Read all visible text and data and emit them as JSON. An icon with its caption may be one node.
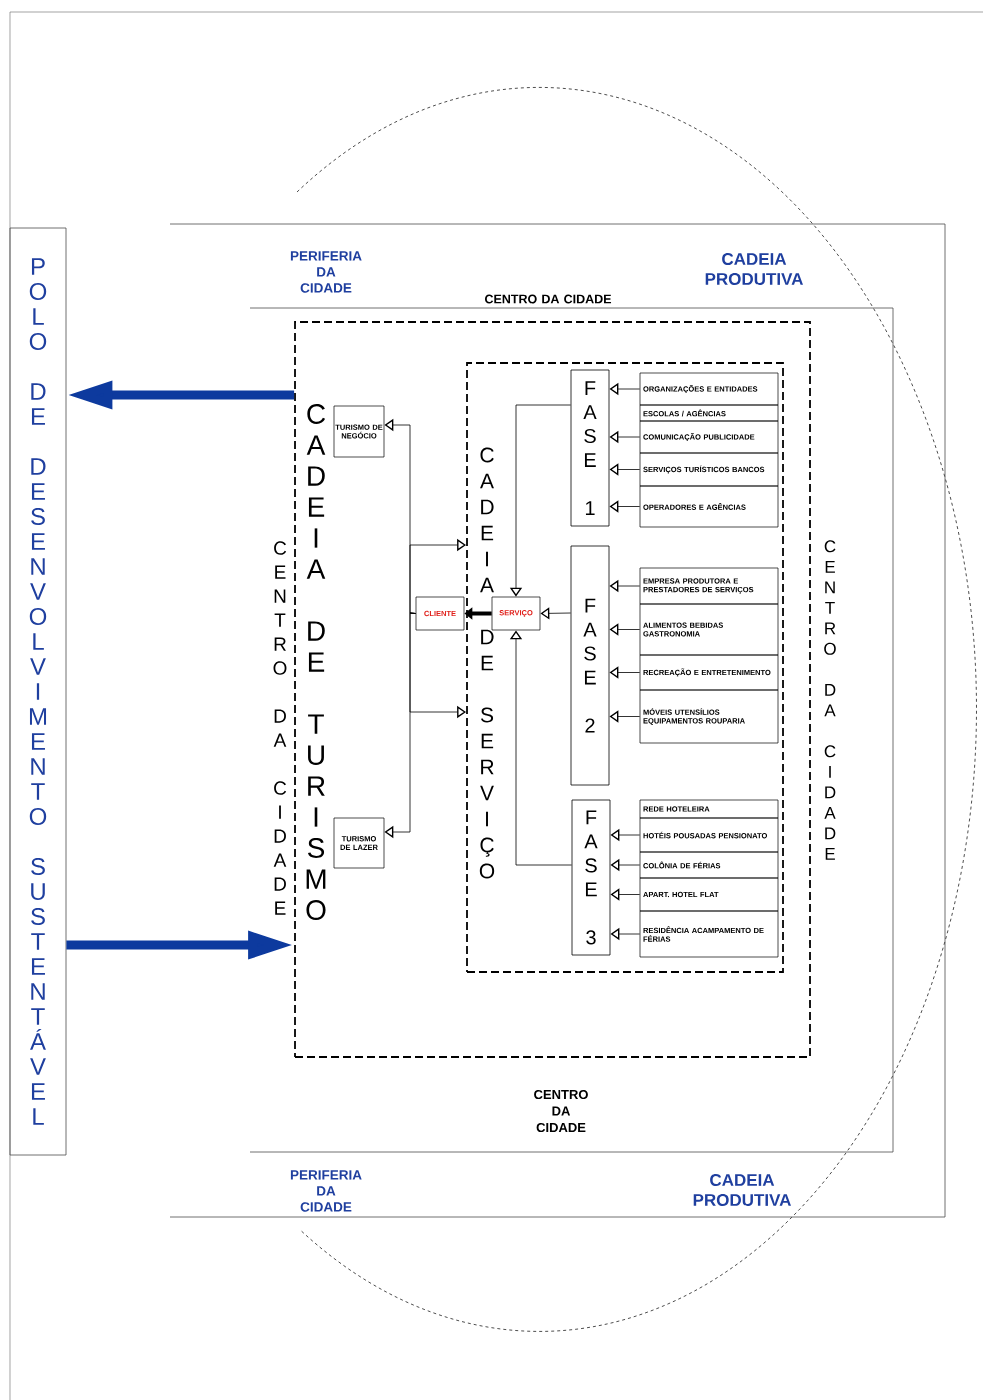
{
  "diagram": {
    "nodes": [
      {
        "text": [
          "POLO DE DESENVOLVIMENTO SUSTENTÁVEL"
        ]
      },
      {
        "text": [
          "PERIFERIA DA CIDADE",
          "CADEIA PRODUTIVA",
          "PERIFERIA DA CIDADE",
          "CADEIA PRODUTIVA"
        ]
      },
      {
        "text": [
          "CENTRO DA CIDADE",
          "CENTRO DA CIDADE",
          "CENTRO DA CIDADE",
          "CENTRO DA CIDADE"
        ],
        "in": 1
      },
      {
        "text": [
          "CADEIA DE TURISMO"
        ],
        "in": 2
      },
      {
        "text": [
          "CADEIA DE SERVIÇO"
        ],
        "in": 3
      },
      {
        "text": [
          "TURISMO DE NEGÓCIO"
        ],
        "in": 3
      },
      {
        "text": [
          "TURISMO DE LAZER"
        ],
        "in": 3
      },
      {
        "text": [
          "CLIENTE"
        ],
        "in": 3
      },
      {
        "text": [
          "SERVIÇO"
        ],
        "in": 4
      },
      {
        "text": [
          "FASE 1"
        ],
        "in": 4
      },
      {
        "text": [
          "FASE 2"
        ],
        "in": 4
      },
      {
        "text": [
          "FASE 3"
        ],
        "in": 4
      },
      {
        "text": [
          "ORGANIZAÇÕES E ENTIDADES"
        ],
        "in": 4
      },
      {
        "text": [
          "ESCOLAS / AGÊNCIAS"
        ],
        "in": 4
      },
      {
        "text": [
          "COMUNICAÇÃO PUBLICIDADE"
        ],
        "in": 4
      },
      {
        "text": [
          "SERVIÇOS TURÍSTICOS BANCOS"
        ],
        "in": 4
      },
      {
        "text": [
          "OPERADORES E AGÊNCIAS"
        ],
        "in": 4
      },
      {
        "text": [
          "EMPRESA PRODUTORA E PRESTADORES DE SERVIÇOS"
        ],
        "in": 4
      },
      {
        "text": [
          "ALIMENTOS BEBIDAS GASTRONOMIA"
        ],
        "in": 4
      },
      {
        "text": [
          "RECREAÇÃO E ENTRETENIMENTO"
        ],
        "in": 4
      },
      {
        "text": [
          "MÓVEIS UTENSÍLIOS EQUIPAMENTOS ROUPARIA"
        ],
        "in": 4
      },
      {
        "text": [
          "REDE HOTELEIRA"
        ],
        "in": 4
      },
      {
        "text": [
          "HOTÉIS POUSADAS PENSIONATO"
        ],
        "in": 4
      },
      {
        "text": [
          "COLÔNIA DE FÉRIAS"
        ],
        "in": 4
      },
      {
        "text": [
          "APART. HOTEL FLAT"
        ],
        "in": 4
      },
      {
        "text": [
          "RESIDÊNCIA ACAMPAMENTO DE FÉRIAS"
        ],
        "in": 4
      }
    ],
    "edges": [
      {
        "from": 3,
        "to": 0,
        "arrow": "to",
        "style": "thick",
        "color": "#0d3a9e"
      },
      {
        "from": 0,
        "to": 3,
        "arrow": "to",
        "style": "thick",
        "color": "#0d3a9e"
      },
      {
        "from": 12,
        "to": 9,
        "arrow": "to"
      },
      {
        "from": 14,
        "to": 9,
        "arrow": "to"
      },
      {
        "from": 15,
        "to": 9,
        "arrow": "to"
      },
      {
        "from": 16,
        "to": 9,
        "arrow": "to"
      },
      {
        "from": 17,
        "to": 10,
        "arrow": "to"
      },
      {
        "from": 18,
        "to": 10,
        "arrow": "to"
      },
      {
        "from": 19,
        "to": 10,
        "arrow": "to"
      },
      {
        "from": 20,
        "to": 10,
        "arrow": "to"
      },
      {
        "from": 22,
        "to": 11,
        "arrow": "to"
      },
      {
        "from": 23,
        "to": 11,
        "arrow": "to"
      },
      {
        "from": 24,
        "to": 11,
        "arrow": "to"
      },
      {
        "from": 25,
        "to": 11,
        "arrow": "to"
      },
      {
        "from": 9,
        "to": 8,
        "arrow": "to"
      },
      {
        "from": 10,
        "to": 8,
        "arrow": "to"
      },
      {
        "from": 11,
        "to": 8,
        "arrow": "to"
      },
      {
        "from": 8,
        "to": 7,
        "arrow": "to",
        "style": "thick"
      },
      {
        "from": 7,
        "to": 5,
        "arrow": "to"
      },
      {
        "from": 7,
        "to": 6,
        "arrow": "to"
      },
      {
        "from": 7,
        "to": 4,
        "arrow": "to"
      },
      {
        "from": 7,
        "to": 4,
        "arrow": "to"
      }
    ]
  }
}
